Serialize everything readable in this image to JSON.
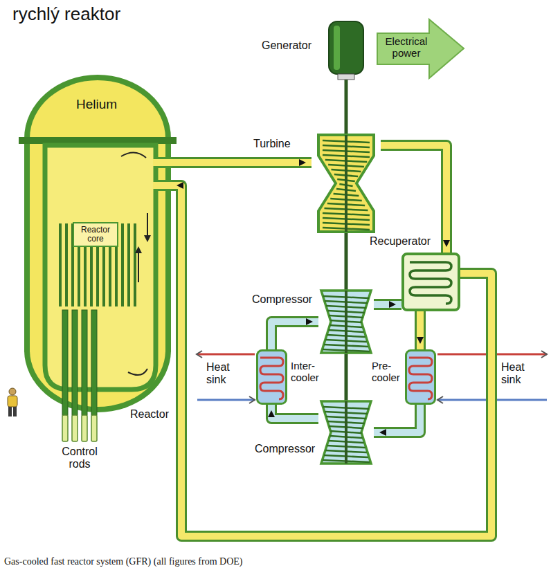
{
  "diagram": {
    "title": "rychlý reaktor",
    "caption": "Gas-cooled fast reactor system (GFR) (all figures from DOE)",
    "nodes": [
      {
        "text": [
          "Helium",
          "Reactor"
        ]
      },
      {
        "text": [
          "Reactor core"
        ],
        "in": 0
      },
      {
        "text": [
          "Control rods"
        ]
      },
      {
        "text": [
          "Generator"
        ]
      },
      {
        "text": [
          "Electrical power"
        ]
      },
      {
        "text": [
          "Turbine"
        ]
      },
      {
        "text": [
          "Recuperator"
        ]
      },
      {
        "text": [
          "Compressor"
        ]
      },
      {
        "text": [
          "Inter- cooler"
        ]
      },
      {
        "text": [
          "Pre- cooler"
        ]
      },
      {
        "text": [
          "Compressor"
        ]
      }
    ],
    "edges": [
      {
        "from": 0,
        "to": 5,
        "arrow": "to"
      },
      {
        "from": 5,
        "to": 6,
        "arrow": "to"
      },
      {
        "from": 6,
        "to": 9,
        "arrow": "to"
      },
      {
        "from": 9,
        "to": 10,
        "arrow": "to"
      },
      {
        "from": 10,
        "to": 8,
        "arrow": "to"
      },
      {
        "from": 8,
        "to": 7,
        "arrow": "to"
      },
      {
        "from": 7,
        "to": 6,
        "arrow": "to"
      },
      {
        "from": 6,
        "to": 0,
        "arrow": "to"
      },
      {
        "from": 3,
        "to": 5,
        "arrow": "none"
      },
      {
        "from": 5,
        "to": 7,
        "arrow": "none"
      },
      {
        "from": 7,
        "to": 10,
        "arrow": "none"
      }
    ],
    "labels": [
      "Heat sink",
      "Heat sink"
    ]
  }
}
